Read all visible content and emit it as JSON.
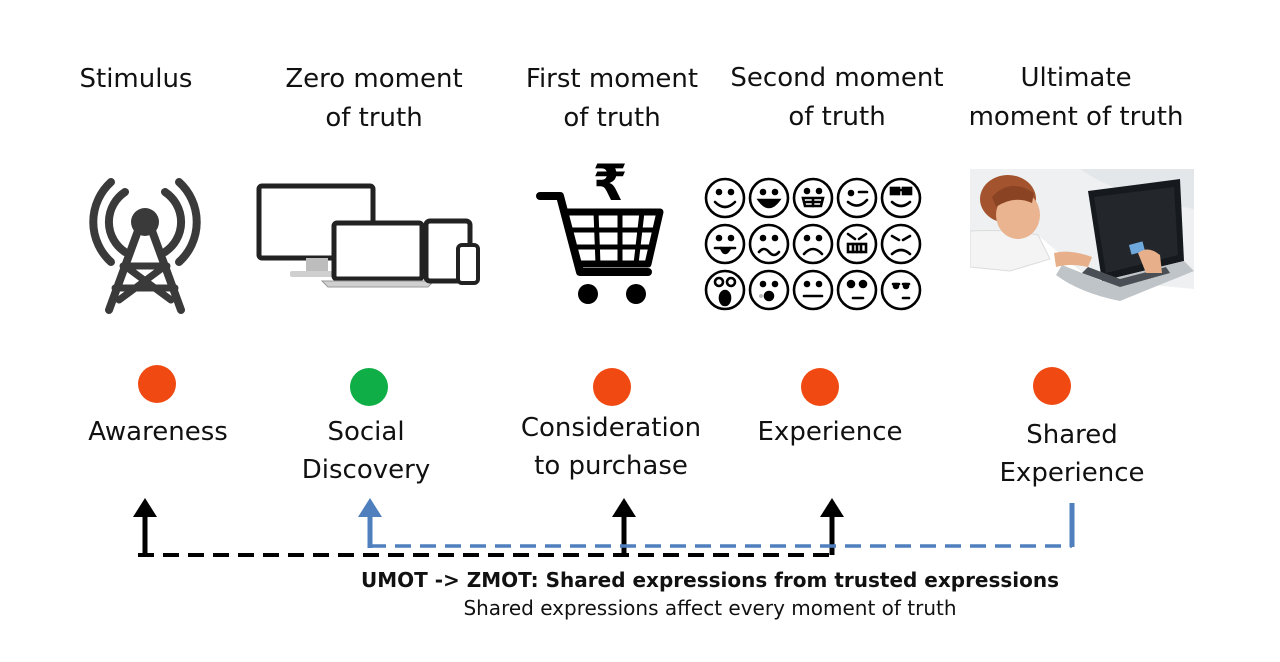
{
  "stages": [
    {
      "title_line1": "Stimulus",
      "title_line2": "",
      "label_line1": "Awareness",
      "label_line2": "",
      "dot_color": "#f04a12"
    },
    {
      "title_line1": "Zero moment",
      "title_line2": "of truth",
      "label_line1": "Social",
      "label_line2": "Discovery",
      "dot_color": "#0fae46"
    },
    {
      "title_line1": "First moment",
      "title_line2": "of truth",
      "label_line1": "Consideration",
      "label_line2": "to purchase",
      "dot_color": "#f04a12"
    },
    {
      "title_line1": "Second moment",
      "title_line2": "of truth",
      "label_line1": "Experience",
      "label_line2": "",
      "dot_color": "#f04a12"
    },
    {
      "title_line1": "Ultimate",
      "title_line2": "moment of truth",
      "label_line1": "Shared",
      "label_line2": "Experience",
      "dot_color": "#f04a12"
    }
  ],
  "icons": [
    "broadcast-tower-icon",
    "devices-icon",
    "rupee-shopping-cart-icon",
    "emoji-faces-grid-icon",
    "laptop-user-photo"
  ],
  "cart_currency": "₹",
  "caption": {
    "headline": "UMOT -> ZMOT: Shared expressions from trusted expressions",
    "subline": "Shared expressions affect every moment of truth"
  },
  "colors": {
    "accent_blue": "#4f7fbd",
    "arrow_black": "#000000"
  }
}
